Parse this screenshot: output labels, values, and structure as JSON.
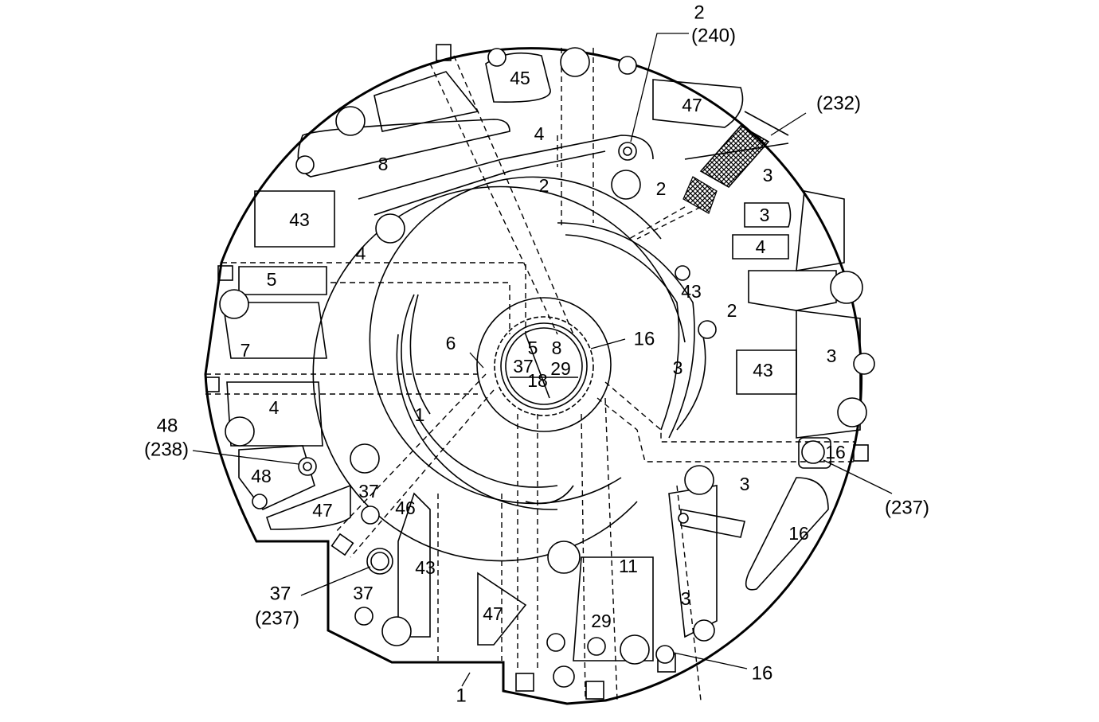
{
  "diagram": {
    "passage_labels": {
      "l45": "45",
      "l47_top": "47",
      "l4_top": "4",
      "l8_left": "8",
      "l2_upper": "2",
      "l2_right": "2",
      "l3_filter": "3",
      "l3_slot": "3",
      "l4_slot": "4",
      "l43_left": "43",
      "l4_mid": "4",
      "l5_left": "5",
      "l43_center": "43",
      "l2_lower": "2",
      "l7": "7",
      "l6": "6",
      "l5_hub": "5",
      "l8_hub": "8",
      "l37_hub": "37",
      "l29_hub": "29",
      "l18_hub": "18",
      "l3_center": "3",
      "l43_box": "43",
      "l3_right": "3",
      "l4_left": "4",
      "l1_inner": "1",
      "l48": "48",
      "l47_low": "47",
      "l37_low": "37",
      "l46": "46",
      "l3_lowright": "3",
      "l16_slot": "16",
      "l43_bottom": "43",
      "l11": "11",
      "l37_bottom": "37",
      "l47_tri": "47",
      "l29_bottom": "29",
      "l3_bottomright": "3",
      "l16_right": "16"
    },
    "callouts": {
      "c2": "2",
      "c240": "(240)",
      "c232": "(232)",
      "c16_hub": "16",
      "c48": "48",
      "c238": "(238)",
      "c237_right": "(237)",
      "c37": "37",
      "c237_left": "(237)",
      "c1": "1",
      "c16_bottom": "16"
    }
  }
}
